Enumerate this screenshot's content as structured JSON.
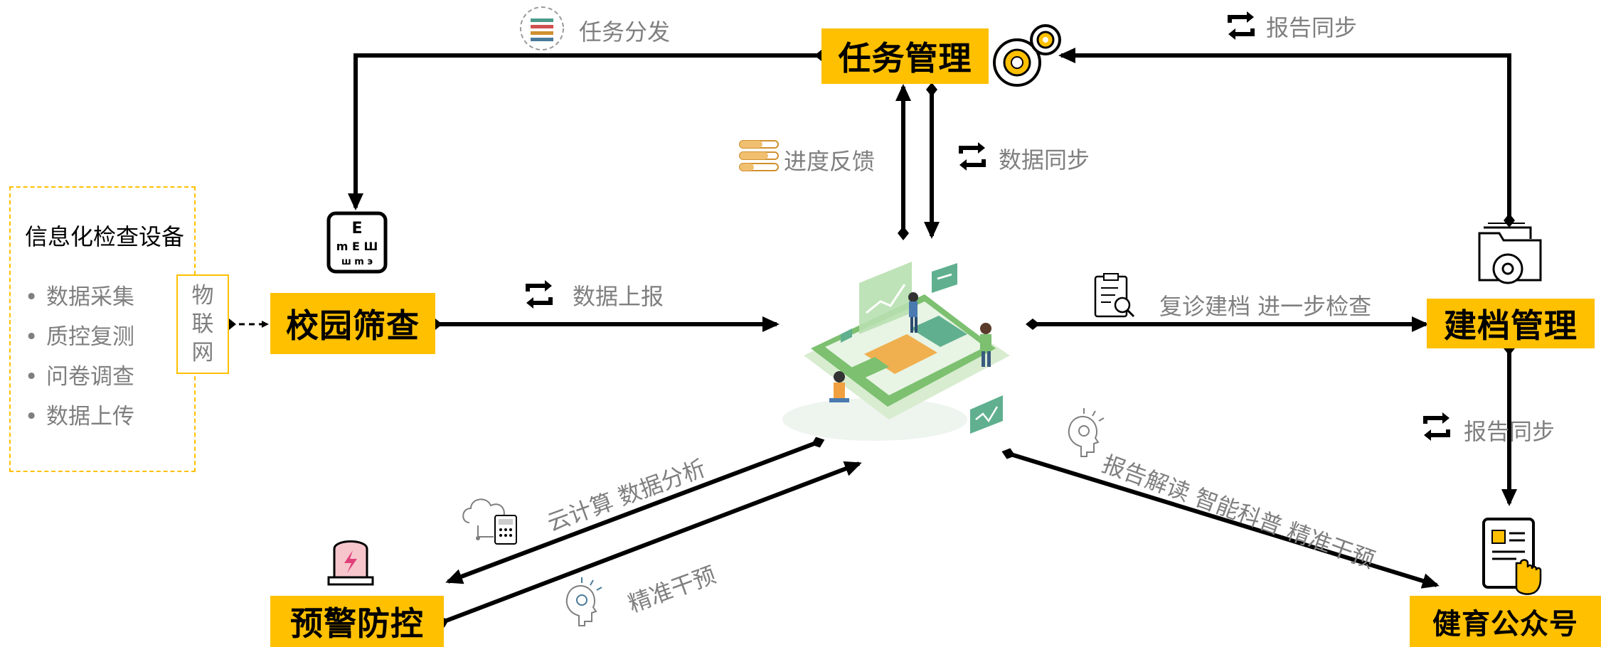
{
  "nodes": {
    "task_mgmt": "任务管理",
    "campus_screening": "校园筛查",
    "archive_mgmt": "建档管理",
    "warning_control": "预警防控",
    "wechat_account": "健育公众号"
  },
  "device_panel": {
    "title": "信息化检查设备",
    "items": [
      "数据采集",
      "质控复测",
      "问卷调查",
      "数据上传"
    ],
    "bullet": "•"
  },
  "iot": [
    "物",
    "联",
    "网"
  ],
  "labels": {
    "task_dispatch": "任务分发",
    "report_sync_top": "报告同步",
    "progress_feedback": "进度反馈",
    "data_sync": "数据同步",
    "data_report": "数据上报",
    "recheck": "复诊建档 进一步检查",
    "report_sync_right": "报告同步",
    "cloud_analysis": "云计算 数据分析",
    "precise_intervention": "精准干预",
    "report_interpret": "报告解读 智能科普 精准干预"
  },
  "colors": {
    "accent": "#FFC000",
    "line": "#000000",
    "label": "#7f7f7f"
  },
  "icons": [
    "task-list-icon",
    "gears-icon",
    "sync-icon",
    "progress-bars-icon",
    "eye-chart-icon",
    "folder-gear-icon",
    "clipboard-search-icon",
    "head-idea-icon",
    "cloud-calculator-icon",
    "alarm-light-icon",
    "tablet-touch-icon",
    "central-app-illustration"
  ]
}
